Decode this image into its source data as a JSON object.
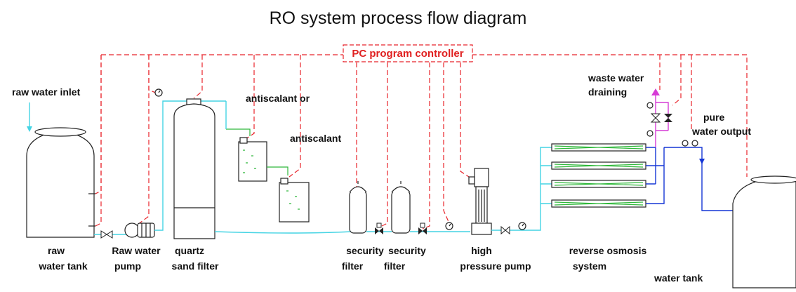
{
  "title": "RO system process flow diagram",
  "controller_label": "PC program controller",
  "labels": {
    "raw_water_inlet": "raw water inlet",
    "antiscalant_or": "antiscalant or",
    "antiscalant": "antiscalant",
    "waste_water_1": "waste water",
    "waste_water_2": "draining",
    "pure_water_1": "pure",
    "pure_water_2": "water output",
    "raw_tank_1": "raw",
    "raw_tank_2": "water tank",
    "raw_pump_1": "Raw water",
    "raw_pump_2": "pump",
    "quartz_1": "quartz",
    "quartz_2": "sand filter",
    "security1_1": "security",
    "security1_2": "filter",
    "security2_1": "security",
    "security2_2": "filter",
    "hp_pump_1": "high",
    "hp_pump_2": "pressure pump",
    "ro_1": "reverse osmosis",
    "ro_2": "system",
    "water_tank": "water tank"
  },
  "colors": {
    "control_line": "#e8232a",
    "pipe": "#44d4e4",
    "product_line": "#1536d6",
    "dosing_line": "#2fb83a",
    "waste_line": "#d63bd6"
  }
}
